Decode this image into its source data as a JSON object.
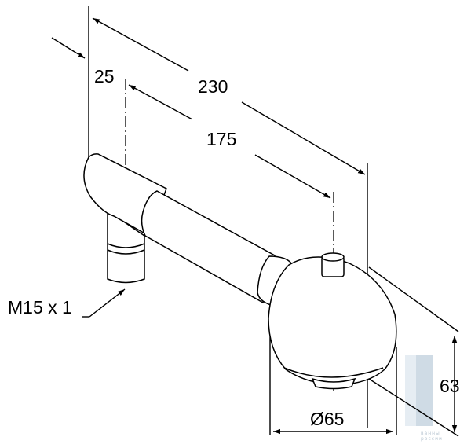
{
  "dimensions": {
    "overall_length": "230",
    "length_to_center": "175",
    "offset": "25",
    "thread": "M15 x 1",
    "head_diameter": "Ø65",
    "head_height": "63"
  },
  "watermark": {
    "line1": "ванны",
    "line2": "россии"
  },
  "colors": {
    "line": "#000000",
    "watermark_panel": "#dbe4ec"
  }
}
